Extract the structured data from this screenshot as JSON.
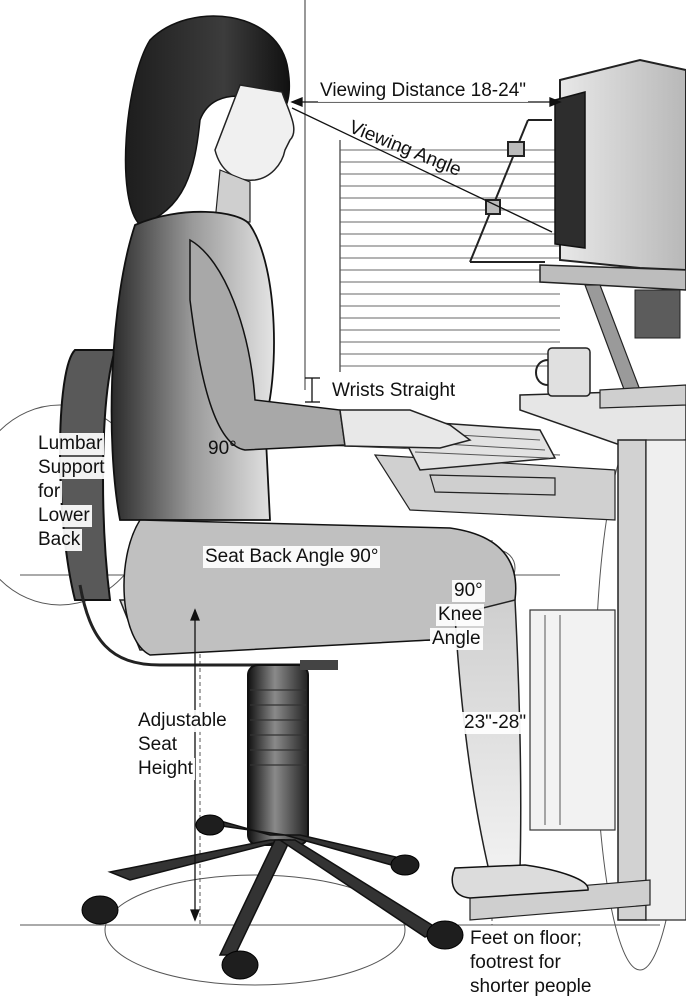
{
  "labels": {
    "viewing_distance": "Viewing Distance 18-24\"",
    "viewing_angle": "Viewing Angle",
    "wrists_straight": "Wrists Straight",
    "elbow_angle": "90°",
    "lumbar_1": "Lumbar",
    "lumbar_2": "Support",
    "lumbar_3": "for",
    "lumbar_4": "Lower",
    "lumbar_5": "Back",
    "seat_back_angle": "Seat Back Angle 90°",
    "knee_1": "90°",
    "knee_2": "Knee",
    "knee_3": "Angle",
    "seat_height_1": "Adjustable",
    "seat_height_2": "Seat",
    "seat_height_3": "Height",
    "desk_height": "23\"-28\"",
    "feet_1": "Feet on floor;",
    "feet_2": "footrest for",
    "feet_3": "shorter people"
  },
  "colors": {
    "ink": "#1a1a1a",
    "shade_dark": "#3a3a3a",
    "shade_mid": "#8a8a8a",
    "shade_light": "#d9d9d9",
    "paper": "#ffffff"
  }
}
